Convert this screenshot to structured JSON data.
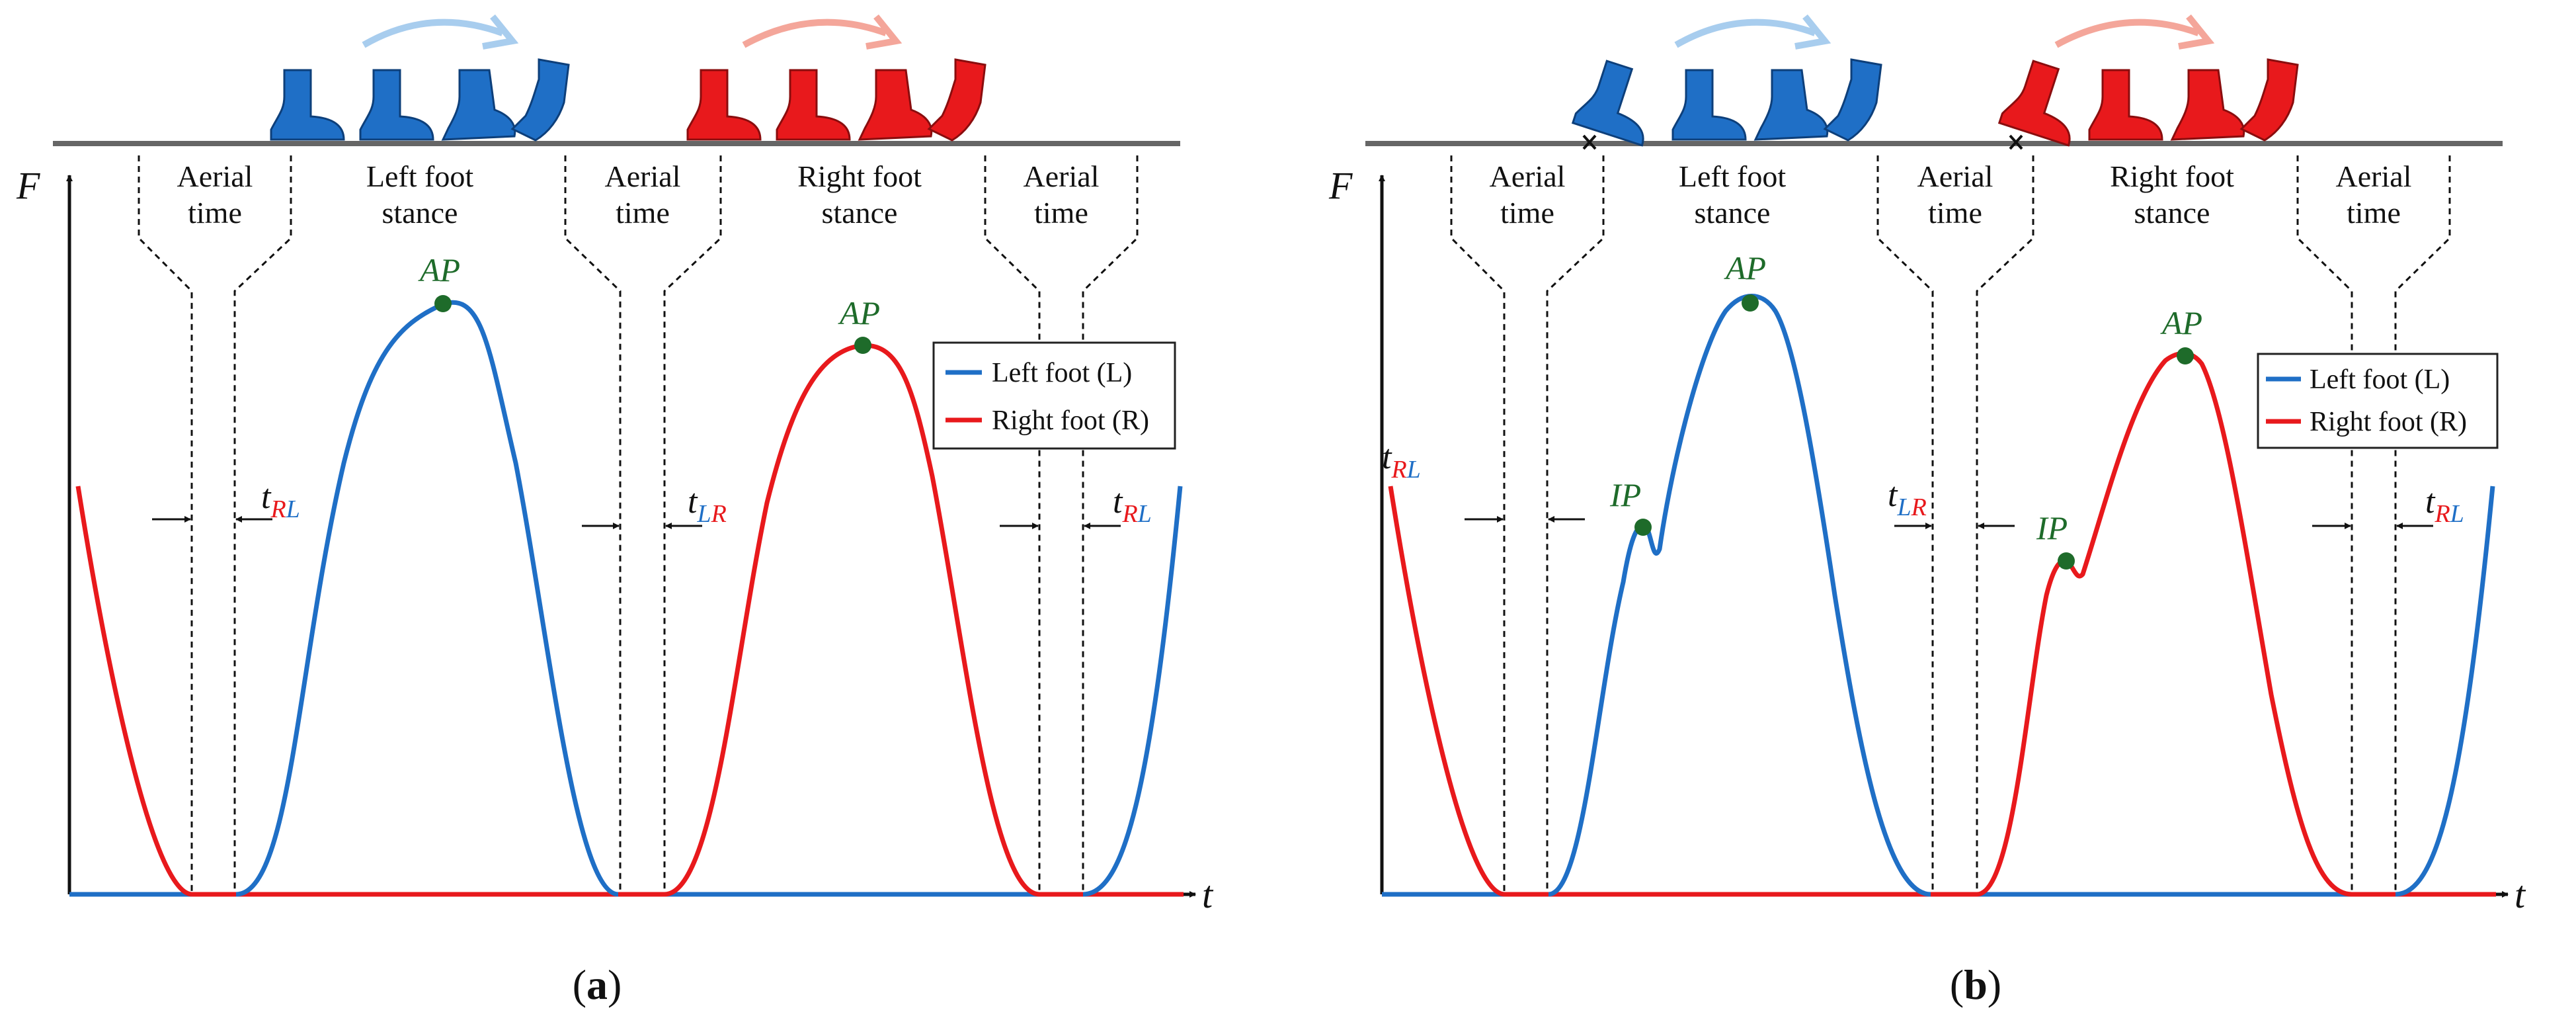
{
  "colors": {
    "left": "#1f6fc6",
    "right": "#e8191c",
    "peak": "#1e6b2a",
    "axis": "#111111",
    "ground": "#666666",
    "arrow_left": "#a8cdee",
    "arrow_right": "#f4a69a"
  },
  "axis_labels": {
    "y": "F",
    "x": "t"
  },
  "phase_labels": {
    "aerial": "Aerial time",
    "left_stance": "Left foot stance",
    "right_stance": "Right foot stance"
  },
  "legend": {
    "left": "Left foot (L)",
    "right": "Right foot (R)"
  },
  "peak_labels": {
    "active": "AP",
    "impact": "IP"
  },
  "interval_labels": {
    "rl": "RL",
    "lr": "LR",
    "t": "t"
  },
  "icons": [
    "foot-icon",
    "curved-arrow-icon",
    "contact-cross-icon"
  ],
  "panels": [
    {
      "letter": "a",
      "impact_peak": false
    },
    {
      "letter": "b",
      "impact_peak": true
    }
  ]
}
